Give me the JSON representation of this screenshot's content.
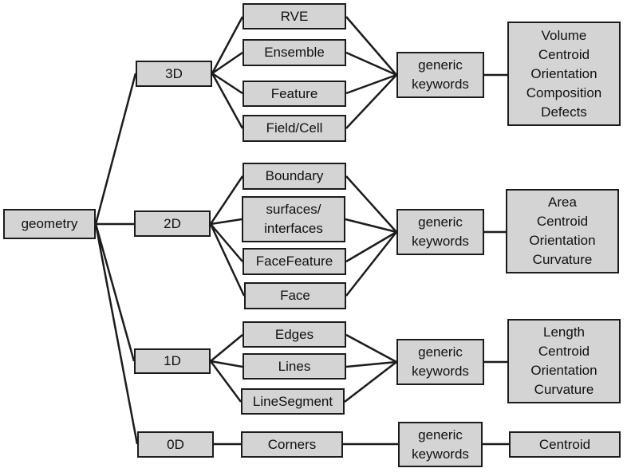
{
  "root": {
    "label": "geometry"
  },
  "dimensions": [
    {
      "label": "3D",
      "entities": [
        "RVE",
        "Ensemble",
        "Feature",
        "Field/Cell"
      ],
      "keywords_label": [
        "generic",
        "keywords"
      ],
      "attributes": [
        "Volume",
        "Centroid",
        "Orientation",
        "Composition",
        "Defects"
      ]
    },
    {
      "label": "2D",
      "entities": [
        "Boundary",
        "surfaces/\ninterfaces",
        "FaceFeature",
        "Face"
      ],
      "keywords_label": [
        "generic",
        "keywords"
      ],
      "attributes": [
        "Area",
        "Centroid",
        "Orientation",
        "Curvature"
      ]
    },
    {
      "label": "1D",
      "entities": [
        "Edges",
        "Lines",
        "LineSegment"
      ],
      "keywords_label": [
        "generic",
        "keywords"
      ],
      "attributes": [
        "Length",
        "Centroid",
        "Orientation",
        "Curvature"
      ]
    },
    {
      "label": "0D",
      "entities": [
        "Corners"
      ],
      "keywords_label": [
        "generic",
        "keywords"
      ],
      "attributes": [
        "Centroid"
      ]
    }
  ],
  "colors": {
    "box_fill": "#d4d4d4",
    "line": "#1c1c1c"
  }
}
